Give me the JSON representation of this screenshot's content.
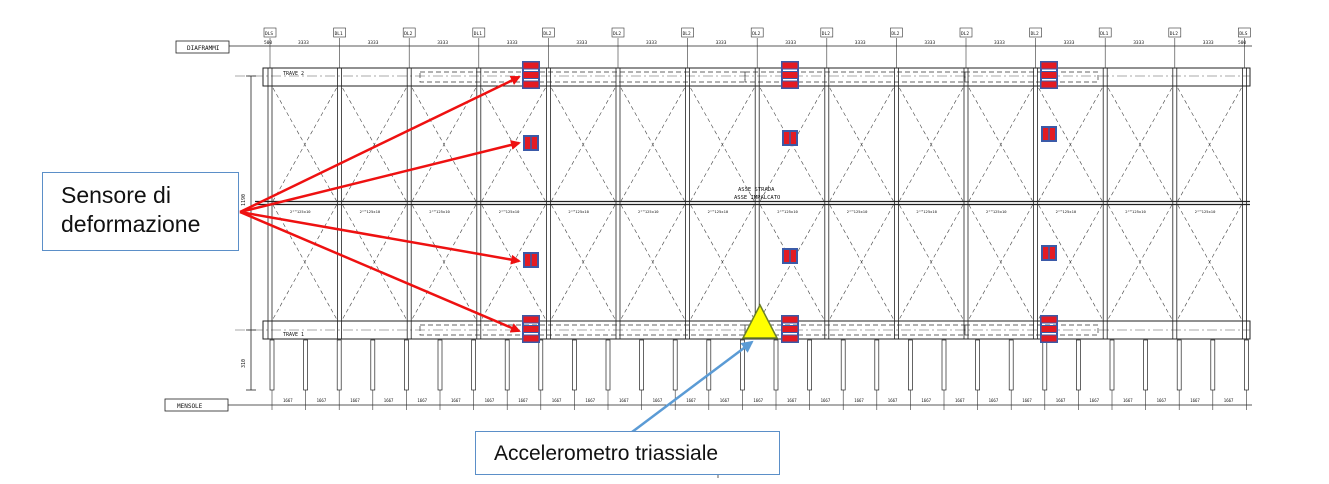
{
  "labels": {
    "diaframmi": "DIAFRAMMI",
    "mensole": "MENSOLE",
    "trave2": "TRAVE 2",
    "trave1": "TRAVE 1",
    "asse1": "ASSE STRADA",
    "asse2": "ASSE IMPALCATO",
    "dim_left": "1190",
    "dim_left2": "310"
  },
  "diaphragm_tags": [
    "DLS",
    "DL1",
    "DL2",
    "DL1",
    "DL2",
    "DL2",
    "DL2",
    "DL2",
    "DL2",
    "DL2",
    "DL2",
    "DL2",
    "DL1",
    "DL2",
    "DLS"
  ],
  "top_dims": [
    "500",
    "3333",
    "3333",
    "3333",
    "3333",
    "3333",
    "3333",
    "3333",
    "3333",
    "3333",
    "3333",
    "3333",
    "3333",
    "3333",
    "3333",
    "500"
  ],
  "bottom_dim": "1667",
  "mid_label": "2\"™125x10",
  "callouts": {
    "sensor": "Sensore di deformazione",
    "accelerometer": "Accelerometro triassiale"
  },
  "colors": {
    "sensor_arrow": "#ee1111",
    "acc_arrow": "#5b9bd5",
    "sensor_fill": "#e31b23",
    "sensor_border": "#3b5aa8",
    "triangle_fill": "#ffff00",
    "callout_border": "#5b8fc8"
  }
}
